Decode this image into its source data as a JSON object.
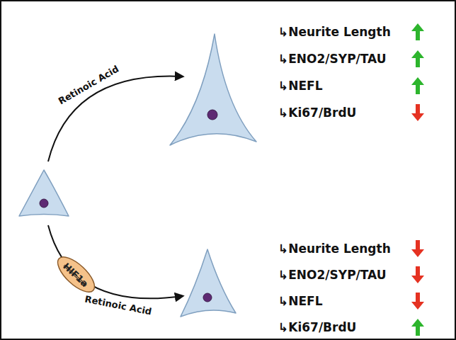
{
  "diagram": {
    "nodes": [
      {
        "text": [
          "HIF1a"
        ]
      }
    ],
    "labels": [
      "Retinoic Acid",
      "↳Neurite Length",
      "↳ENO2/SYP/TAU",
      "↳NEFL",
      "↳Ki67/BrdU",
      "Retinoic Acid",
      "↳Neurite Length",
      "↳ENO2/SYP/TAU",
      "↳NEFL",
      "↳Ki67/BrdU"
    ]
  }
}
